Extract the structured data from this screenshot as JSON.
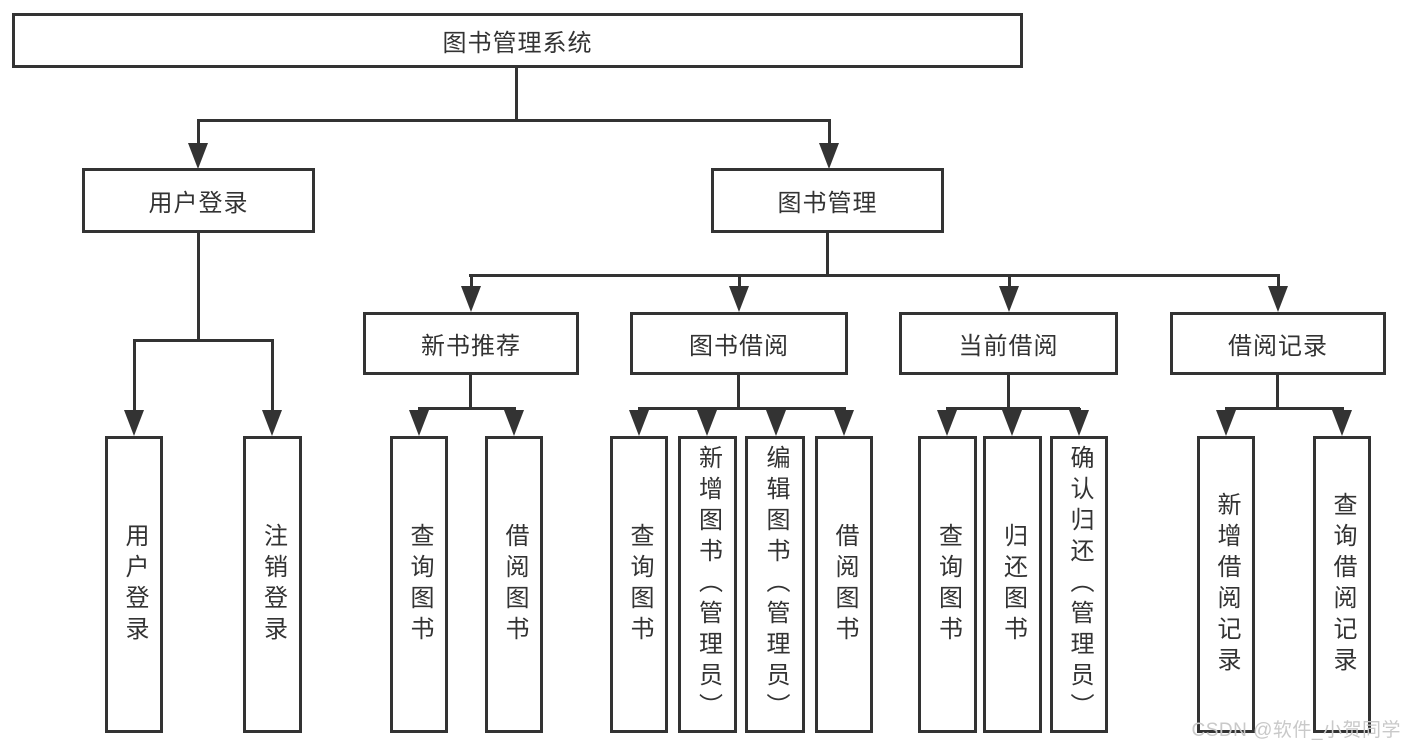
{
  "diagram_type": "function-structure-tree",
  "nodes": {
    "root": "图书管理系统",
    "user_login": "用户登录",
    "book_mgmt": "图书管理",
    "new_book_rec": "新书推荐",
    "book_borrow": "图书借阅",
    "current_borrow": "当前借阅",
    "borrow_records": "借阅记录",
    "leaf_user_login": "用户登录",
    "leaf_logout": "注销登录",
    "leaf_nbr_query": "查询图书",
    "leaf_nbr_borrow": "借阅图书",
    "leaf_bb_query": "查询图书",
    "leaf_bb_add": "新增图书（管理员）",
    "leaf_bb_edit": "编辑图书（管理员）",
    "leaf_bb_borrow": "借阅图书",
    "leaf_cb_query": "查询图书",
    "leaf_cb_return": "归还图书",
    "leaf_cb_confirm": "确认归还（管理员）",
    "leaf_br_add": "新增借阅记录",
    "leaf_br_query": "查询借阅记录"
  },
  "watermark": "CSDN @软件_小贺同学",
  "colors": {
    "line": "#333333",
    "text": "#333333",
    "box_fill": "#ffffff",
    "background": "#ffffff",
    "watermark": "#c9c9c9"
  }
}
